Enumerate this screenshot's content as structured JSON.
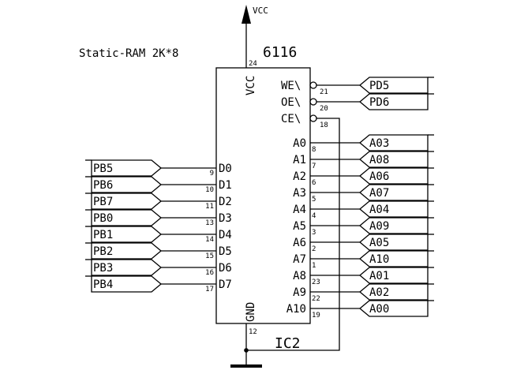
{
  "title": "Static-RAM 2K*8",
  "part_number": "6116",
  "ref": "IC2",
  "vcc": {
    "label": "VCC",
    "pin_label": "VCC",
    "pin": "24"
  },
  "gnd": {
    "label": "GND",
    "pin": "12"
  },
  "control_pins": [
    {
      "name": "WE\\",
      "pin": "21",
      "net": "PD5"
    },
    {
      "name": "OE\\",
      "pin": "20",
      "net": "PD6"
    },
    {
      "name": "CE\\",
      "pin": "18"
    }
  ],
  "data_pins": [
    {
      "name": "D0",
      "pin": "9",
      "net": "PB5"
    },
    {
      "name": "D1",
      "pin": "10",
      "net": "PB6"
    },
    {
      "name": "D2",
      "pin": "11",
      "net": "PB7"
    },
    {
      "name": "D3",
      "pin": "13",
      "net": "PB0"
    },
    {
      "name": "D4",
      "pin": "14",
      "net": "PB1"
    },
    {
      "name": "D5",
      "pin": "15",
      "net": "PB2"
    },
    {
      "name": "D6",
      "pin": "16",
      "net": "PB3"
    },
    {
      "name": "D7",
      "pin": "17",
      "net": "PB4"
    }
  ],
  "address_pins": [
    {
      "name": "A0",
      "pin": "8",
      "net": "A03"
    },
    {
      "name": "A1",
      "pin": "7",
      "net": "A08"
    },
    {
      "name": "A2",
      "pin": "6",
      "net": "A06"
    },
    {
      "name": "A3",
      "pin": "5",
      "net": "A07"
    },
    {
      "name": "A4",
      "pin": "4",
      "net": "A04"
    },
    {
      "name": "A5",
      "pin": "3",
      "net": "A09"
    },
    {
      "name": "A6",
      "pin": "2",
      "net": "A05"
    },
    {
      "name": "A7",
      "pin": "1",
      "net": "A10"
    },
    {
      "name": "A8",
      "pin": "23",
      "net": "A01"
    },
    {
      "name": "A9",
      "pin": "22",
      "net": "A02"
    },
    {
      "name": "A10",
      "pin": "19",
      "net": "A00"
    }
  ]
}
